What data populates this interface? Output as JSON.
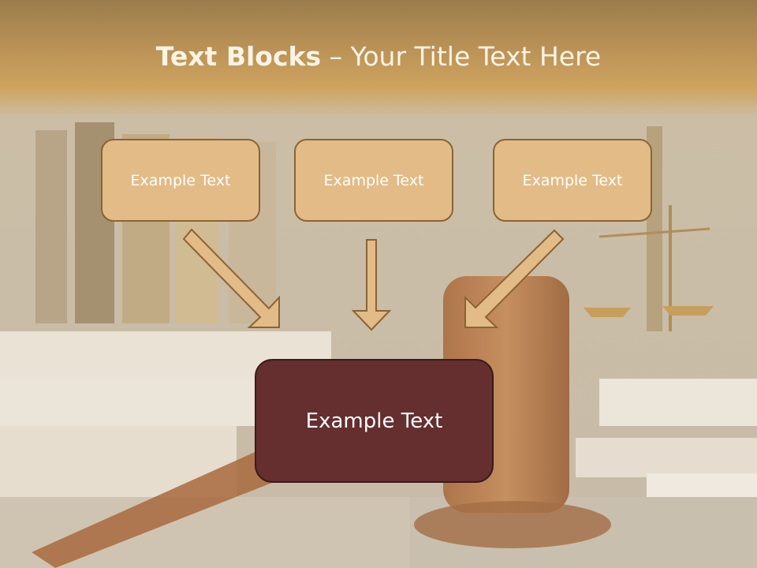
{
  "slide": {
    "title_bold": "Text Blocks",
    "title_rest": " – Your Title Text Here",
    "boxes": [
      {
        "text": "Example Text"
      },
      {
        "text": "Example Text"
      },
      {
        "text": "Example Text"
      }
    ],
    "main_box": {
      "text": "Example Text"
    }
  },
  "colors": {
    "header": "#c99d5e",
    "small_box_fill": "#e2bb86",
    "small_box_border": "#8a6434",
    "main_box_fill": "#652e2f",
    "arrow_fill": "#e2bb86"
  }
}
